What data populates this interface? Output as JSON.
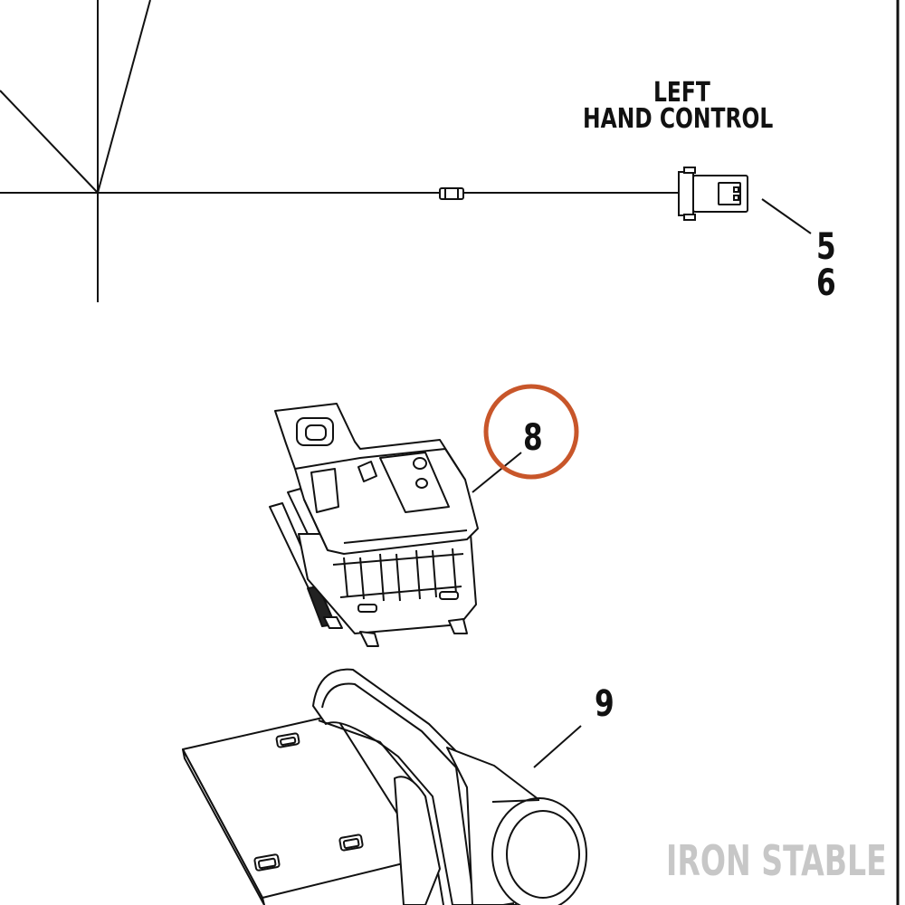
{
  "callout": {
    "line1": "LEFT",
    "line2": "HAND CONTROL"
  },
  "part_numbers": {
    "p5": "5",
    "p6": "6",
    "p8": "8",
    "p9": "9"
  },
  "highlight": {
    "target": "8",
    "color": "#c8562a"
  },
  "watermark": "IRON STABLE"
}
